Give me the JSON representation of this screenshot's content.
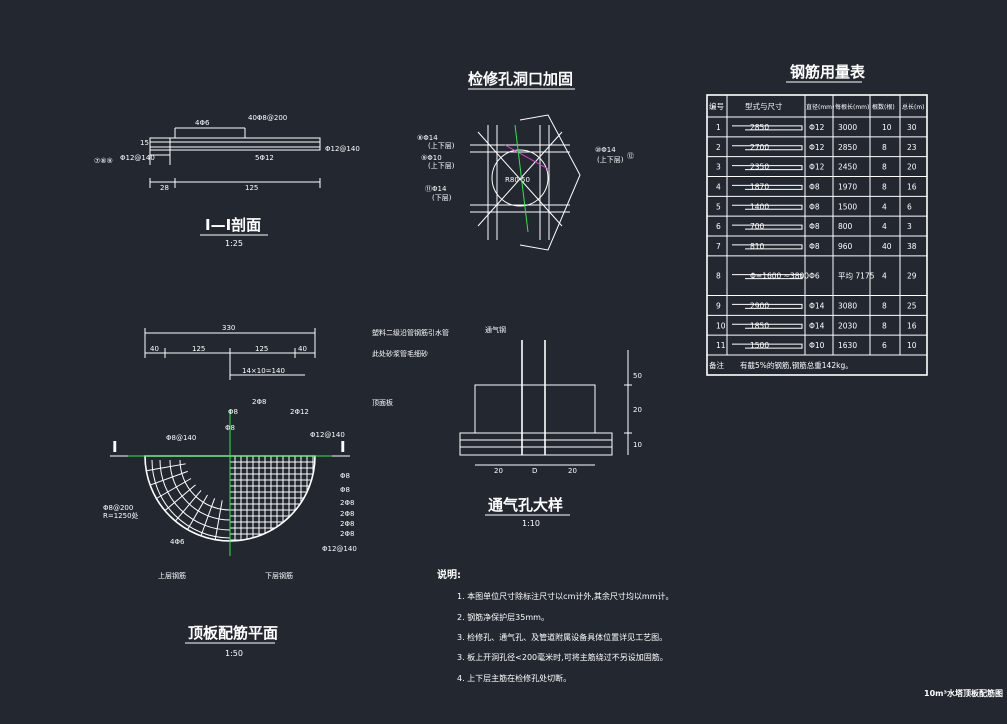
{
  "colors": {
    "background": "#222730",
    "line": "#ffffff",
    "accent_green": "#2ee84a",
    "accent_magenta": "#e83fd6"
  },
  "section": {
    "title": "I—I剖面",
    "scale": "1:25",
    "dims": [
      "28",
      "125"
    ],
    "labels": [
      "4Φ6",
      "40Φ8@200",
      "Φ12@140",
      "Φ12@140",
      "5Φ12",
      "15",
      "⑦⑧⑨"
    ]
  },
  "manhole": {
    "title": "检修孔洞口加固",
    "labels": [
      "⑧Φ14",
      "(上下层)",
      "⑨Φ10",
      "(上下层)",
      "⑪Φ14",
      "(下层)",
      "⑩Φ14",
      "(上下层)",
      "⑫",
      "R80 50"
    ]
  },
  "vent": {
    "title": "通气孔大样",
    "scale": "1:10",
    "labels": [
      "塑料二级沿管钢筋引水管",
      "此处砂浆管毛细砂",
      "通气钢",
      "顶面板"
    ],
    "dims": [
      "20",
      "D",
      "20",
      "50",
      "20",
      "10"
    ]
  },
  "plan": {
    "title": "顶板配筋平面",
    "scale": "1:50",
    "dims": [
      "330",
      "40",
      "125",
      "125",
      "40",
      "14×10=140"
    ],
    "labels": [
      "2Φ8",
      "Φ8",
      "2Φ12",
      "Φ8",
      "Φ12@140",
      "Φ8@140",
      "Φ8@200",
      "R=1250处",
      "4Φ6",
      "Φ8",
      "Φ8",
      "2Φ8",
      "2Φ8",
      "2Φ8",
      "2Φ8",
      "Φ12@140"
    ],
    "upper": "上层钢筋",
    "lower": "下层钢筋",
    "section_mark": "I"
  },
  "table": {
    "title": "钢筋用量表",
    "headers": [
      "编号",
      "型式与尺寸",
      "直径(mm)",
      "每根长(mm)",
      "根数(根)",
      "总长(m)"
    ],
    "rows": [
      {
        "no": "1",
        "shape": "2850",
        "dia": "Φ12",
        "len": "3000",
        "cnt": "10",
        "tot": "30"
      },
      {
        "no": "2",
        "shape": "2700",
        "dia": "Φ12",
        "len": "2850",
        "cnt": "8",
        "tot": "23"
      },
      {
        "no": "3",
        "shape": "2350",
        "dia": "Φ12",
        "len": "2450",
        "cnt": "8",
        "tot": "20"
      },
      {
        "no": "4",
        "shape": "1870",
        "dia": "Φ8",
        "len": "1970",
        "cnt": "8",
        "tot": "16"
      },
      {
        "no": "5",
        "shape": "1400",
        "dia": "Φ8",
        "len": "1500",
        "cnt": "4",
        "tot": "6"
      },
      {
        "no": "6",
        "shape": "700",
        "dia": "Φ8",
        "len": "800",
        "cnt": "4",
        "tot": "3"
      },
      {
        "no": "7",
        "shape": "810",
        "dia": "Φ8",
        "len": "960",
        "cnt": "40",
        "tot": "38"
      },
      {
        "no": "8",
        "shape": "Φ=1600 ~3800",
        "dia": "Φ6",
        "len": "平均 7175",
        "cnt": "4",
        "tot": "29"
      },
      {
        "no": "9",
        "shape": "2900",
        "dia": "Φ14",
        "len": "3080",
        "cnt": "8",
        "tot": "25"
      },
      {
        "no": "10",
        "shape": "1850",
        "dia": "Φ14",
        "len": "2030",
        "cnt": "8",
        "tot": "16"
      },
      {
        "no": "11",
        "shape": "1500",
        "dia": "Φ10",
        "len": "1630",
        "cnt": "6",
        "tot": "10"
      }
    ],
    "remark_label": "备注",
    "remark": "有截5%的钢筋,钢筋总重142kg。"
  },
  "notes": {
    "heading": "说明:",
    "items": [
      "1. 本图单位尺寸除标注尺寸以cm计外,其余尺寸均以mm计。",
      "2. 钢筋净保护层35mm。",
      "3. 检修孔、通气孔、及管道附属设备具体位置详见工艺图。",
      "3. 板上开洞孔径<200毫米时,可将主筋绕过不另设加固筋。",
      "4. 上下层主筋在检修孔处切断。"
    ]
  },
  "titleblock": {
    "text": "10m³水塔顶板配筋图"
  }
}
